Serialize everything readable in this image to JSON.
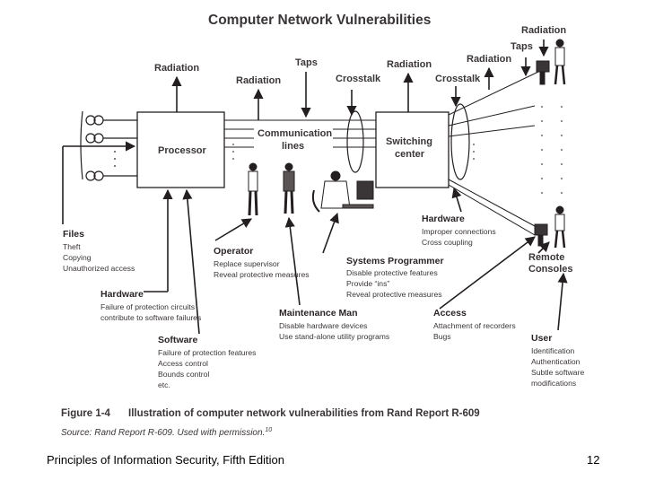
{
  "title": "Computer Network Vulnerabilities",
  "labels": {
    "radiation": "Radiation",
    "taps": "Taps",
    "crosstalk": "Crosstalk",
    "processor": "Processor",
    "comm_line1": "Communication",
    "comm_line2": "lines",
    "switch_line1": "Switching",
    "switch_line2": "center",
    "remote_line1": "Remote",
    "remote_line2": "Consoles"
  },
  "blocks": {
    "files": {
      "heading": "Files",
      "items": [
        "Theft",
        "Copying",
        "Unauthorized access"
      ]
    },
    "hardware_left": {
      "heading": "Hardware",
      "items": [
        "Failure of protection circuits",
        "contribute to software failures"
      ]
    },
    "software": {
      "heading": "Software",
      "items": [
        "Failure of protection features",
        "Access control",
        "Bounds control",
        "etc."
      ]
    },
    "operator": {
      "heading": "Operator",
      "items": [
        "Replace supervisor",
        "Reveal protective measures"
      ]
    },
    "maintenance": {
      "heading": "Maintenance Man",
      "items": [
        "Disable hardware devices",
        "Use stand-alone utility programs"
      ]
    },
    "sysprog": {
      "heading": "Systems Programmer",
      "items": [
        "Disable protective features",
        "Provide “ins”",
        "Reveal protective measures"
      ]
    },
    "hardware_right": {
      "heading": "Hardware",
      "items": [
        "Improper connections",
        "Cross coupling"
      ]
    },
    "access": {
      "heading": "Access",
      "items": [
        "Attachment of recorders",
        "Bugs"
      ]
    },
    "user": {
      "heading": "User",
      "items": [
        "Identification",
        "Authentication",
        "Subtle software",
        "modifications"
      ]
    }
  },
  "caption": {
    "figure": "Figure 1-4",
    "text": "Illustration of computer network vulnerabilities from Rand Report R-609",
    "source": "Source: Rand Report R-609. Used with permission.",
    "footnote": "10"
  },
  "footer": {
    "left": "Principles of Information Security, Fifth Edition",
    "page": "12"
  }
}
